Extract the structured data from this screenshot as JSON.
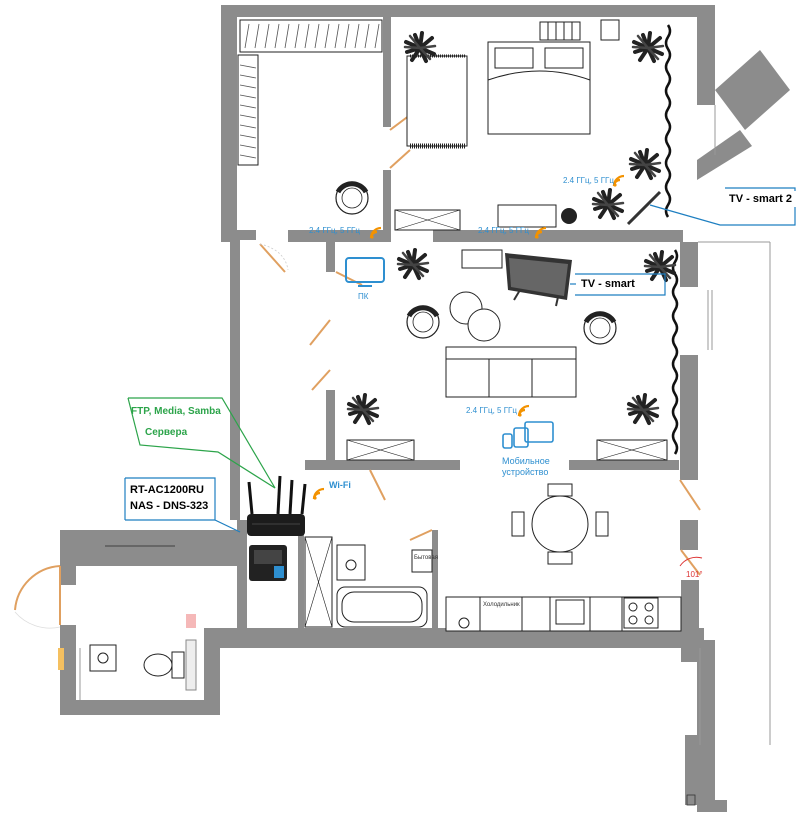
{
  "colors": {
    "wall": "#8c8c8c",
    "wifi_orange": "#f39200",
    "blue": "#2e8fd0",
    "green": "#2ca44a",
    "callout_border": "#1e7fc1"
  },
  "wifi_labels": {
    "bedroom": "2.4 ГГц, 5 ГГц",
    "corridor": "2.4 ГГц, 5 ГГц",
    "living_top": "2.4 ГГц, 5 ГГц",
    "living_bottom": "2.4 ГГц, 5 ГГц",
    "router": "Wi-Fi"
  },
  "devices": {
    "pc_label": "ПК",
    "mobile_line1": "Мобильное",
    "mobile_line2": "устройство"
  },
  "callouts": {
    "tv_smart": "TV - smart",
    "tv_smart_2": "TV - smart 2",
    "router_line1": "RT-AC1200RU",
    "router_line2": "NAS - DNS-323",
    "servers_line1": "FTP, Media, Samba",
    "servers_line2": "Сервера"
  },
  "misc": {
    "angle": "101°",
    "kitchen_note": "Холодильник",
    "bath_note": "Бытовая"
  },
  "icons": [
    "wifi-icon",
    "monitor-icon",
    "tv-icon",
    "router-icon",
    "nas-icon",
    "phone-icon",
    "tablet-icon",
    "laptop-icon",
    "plant-icon",
    "bed-icon",
    "sofa-icon",
    "chair-icon",
    "table-icon",
    "toilet-icon",
    "bathtub-icon",
    "sink-icon",
    "stove-icon"
  ]
}
